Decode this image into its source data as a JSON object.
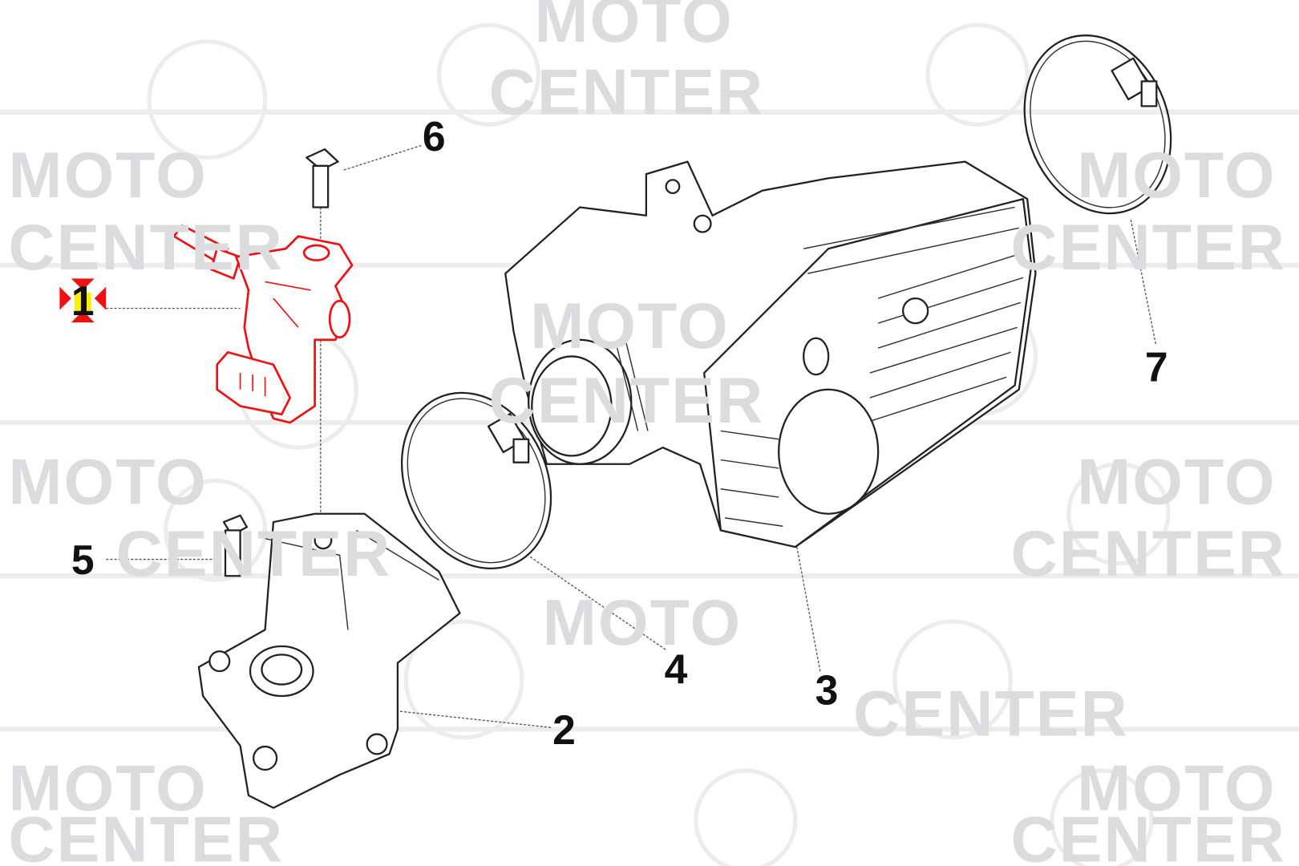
{
  "watermark": {
    "line1": "MOTO",
    "line2": "CENTER"
  },
  "diagram": {
    "selected_part": "1",
    "highlight_color": "#ee1111",
    "marker_color": "#ee1111",
    "marker_fill": "#ffee00",
    "callouts": [
      {
        "id": "1",
        "label": "1"
      },
      {
        "id": "2",
        "label": "2"
      },
      {
        "id": "3",
        "label": "3"
      },
      {
        "id": "4",
        "label": "4"
      },
      {
        "id": "5",
        "label": "5"
      },
      {
        "id": "6",
        "label": "6"
      },
      {
        "id": "7",
        "label": "7"
      }
    ]
  }
}
